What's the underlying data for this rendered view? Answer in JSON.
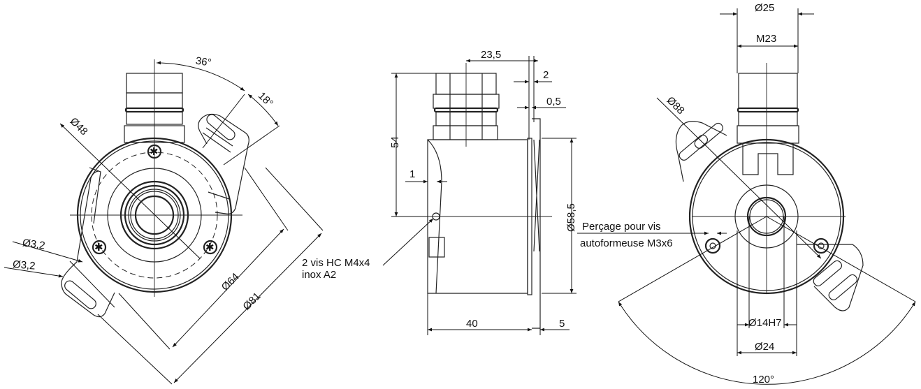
{
  "title": "Encoder dimensional drawing",
  "front_view": {
    "angle_36": "36°",
    "angle_18": "18°",
    "dia_48": "Ø48",
    "dia_3_2_a": "Ø3,2",
    "dia_3_2_b": "Ø3,2",
    "dia_64": "Ø64",
    "dia_81": "Ø81"
  },
  "side_view": {
    "dim_23_5": "23,5",
    "dim_2": "2",
    "dim_0_5": "0,5",
    "dim_54": "54",
    "dim_1": "1",
    "dia_58_5": "Ø58,5",
    "dim_40": "40",
    "dim_5": "5",
    "note_line1": "2 vis HC M4x4",
    "note_line2": "inox A2"
  },
  "rear_view": {
    "dia_25": "Ø25",
    "m23": "M23",
    "dia_88": "Ø88",
    "note_line1": "Perçage pour vis",
    "note_line2": "autoformeuse M3x6",
    "dia_14h7": "Ø14H7",
    "dia_24": "Ø24",
    "angle_120": "120°"
  }
}
